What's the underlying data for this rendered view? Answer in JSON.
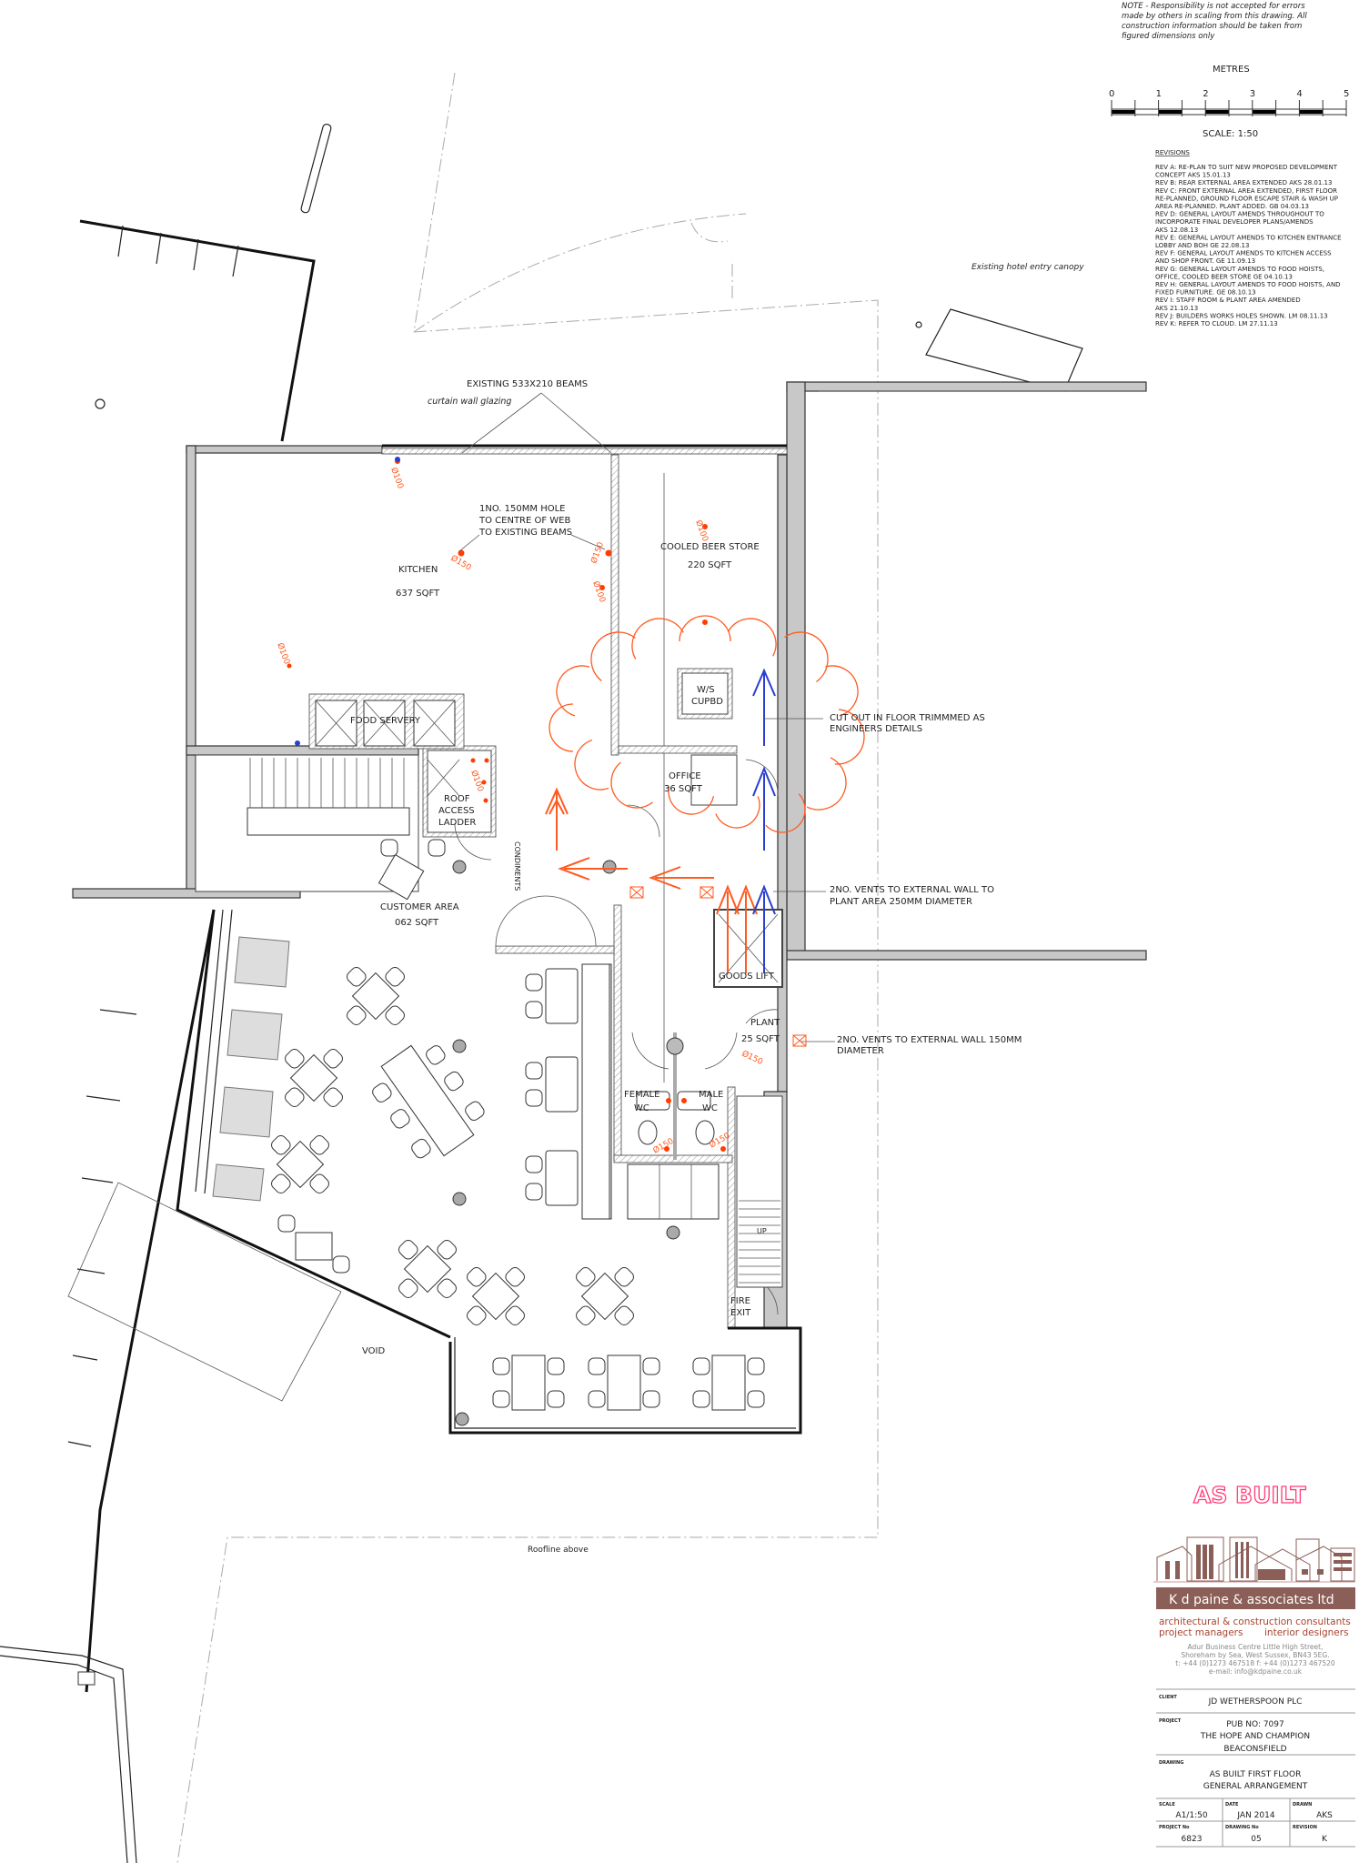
{
  "note": [
    "NOTE - Responsibility is not accepted for errors",
    "made by others in scaling from this drawing.  All",
    "construction information should be taken from",
    "figured dimensions only"
  ],
  "scale_bar": {
    "unit_label": "METRES",
    "ticks": [
      "0",
      "1",
      "2",
      "3",
      "4",
      "5"
    ],
    "scale_label": "SCALE: 1:50"
  },
  "revisions": {
    "title": "REVISIONS",
    "lines": [
      "REV A: RE-PLAN TO SUIT NEW PROPOSED DEVELOPMENT",
      "CONCEPT                                    AKS  15.01.13",
      "REV B: REAR EXTERNAL AREA EXTENDED  AKS  28.01.13",
      "REV C: FRONT EXTERNAL AREA EXTENDED, FIRST FLOOR",
      "RE-PLANNED, GROUND FLOOR ESCAPE STAIR & WASH UP",
      "AREA RE-PLANNED. PLANT ADDED.       GB   04.03.13",
      "REV D: GENERAL LAYOUT AMENDS THROUGHOUT TO",
      "INCORPORATE FINAL DEVELOPER PLANS/AMENDS",
      "                                           AKS  12.08.13",
      "REV E: GENERAL LAYOUT AMENDS TO KITCHEN ENTRANCE",
      "LOBBY AND BOH                          GE   22.08.13",
      "REV F: GENERAL LAYOUT AMENDS TO KITCHEN ACCESS",
      "AND SHOP FRONT.                        GE   11.09.13",
      "REV G: GENERAL LAYOUT AMENDS TO FOOD HOISTS,",
      "OFFICE, COOLED BEER STORE          GE   04.10.13",
      "REV H: GENERAL LAYOUT AMENDS TO FOOD HOISTS, AND",
      "FIXED FURNITURE.                       GE   08.10.13",
      "REV I: STAFF ROOM & PLANT AREA AMENDED",
      "                                           AKS  21.10.13",
      "REV J: BUILDERS WORKS HOLES SHOWN. LM  08.11.13",
      "REV K: REFER TO CLOUD.                 LM   27.11.13"
    ]
  },
  "plan_labels": {
    "canopy": "Existing hotel entry canopy",
    "beams": "EXISTING 533X210 BEAMS",
    "curtain_wall": "curtain wall glazing",
    "hole_note": [
      "1NO. 150MM HOLE",
      "TO CENTRE OF WEB",
      "TO EXISTING BEAMS"
    ],
    "kitchen": "KITCHEN",
    "kitchen_area": "637 SQFT",
    "beer_store": "COOLED BEER STORE",
    "beer_store_area": "220 SQFT",
    "ws_cupbd": [
      "W/S",
      "CUPBD"
    ],
    "cut_out_note": [
      "CUT OUT IN FLOOR TRIMMMED AS",
      "ENGINEERS DETAILS"
    ],
    "office": "OFFICE",
    "office_area": "36 SQFT",
    "food_servery": "FOOD SERVERY",
    "roof_access": [
      "ROOF",
      "ACCESS",
      "LADDER"
    ],
    "condiments": "CONDIMENTS",
    "customer_area": "CUSTOMER AREA",
    "customer_area_size": "062 SQFT",
    "vents_250": [
      "2NO. VENTS TO EXTERNAL WALL TO",
      "PLANT AREA 250MM DIAMETER"
    ],
    "goods_lift": "GOODS LIFT",
    "plant": "PLANT",
    "plant_area": "25 SQFT",
    "vents_150": [
      "2NO. VENTS TO EXTERNAL WALL 150MM",
      "DIAMETER"
    ],
    "female_wc": [
      "FEMALE",
      "WC"
    ],
    "male_wc": [
      "MALE",
      "WC"
    ],
    "fire_exit": [
      "FIRE",
      "EXIT"
    ],
    "up": "UP",
    "void": "VOID",
    "roofline": "Roofline above",
    "hole_sizes": [
      "Ø100",
      "Ø150",
      "Ø150",
      "Ø100",
      "Ø100",
      "Ø100",
      "Ø100",
      "Ø150",
      "Ø150",
      "Ø150"
    ]
  },
  "stamp": "AS BUILT",
  "company": {
    "name": "K d paine & associates ltd",
    "tagline1": "architectural & construction consultants",
    "tagline2a": "project managers",
    "tagline2b": "interior designers",
    "address1": "Adur Business Centre Little High Street,",
    "address2": "Shoreham by Sea, West Sussex, BN43 5EG.",
    "phone": "t: +44 (0)1273 467518  f: +44 (0)1273 467520",
    "email": "e-mail: info@kdpaine.co.uk"
  },
  "title_block": {
    "client_label": "CLIENT",
    "client": "JD WETHERSPOON PLC",
    "project_label": "PROJECT",
    "project": [
      "PUB NO: 7097",
      "THE HOPE AND CHAMPION",
      "BEACONSFIELD"
    ],
    "drawing_label": "DRAWING",
    "drawing": [
      "AS BUILT FIRST FLOOR",
      "GENERAL ARRANGEMENT"
    ],
    "scale_label": "SCALE",
    "scale": "A1/1:50",
    "date_label": "DATE",
    "date": "JAN 2014",
    "drawn_label": "DRAWN",
    "drawn": "AKS",
    "project_no_label": "PROJECT No",
    "project_no": "6823",
    "drawing_no_label": "DRAWING No",
    "drawing_no": "05",
    "revision_label": "REVISION",
    "revision": "K"
  },
  "colors": {
    "markup": "#ff5a1f",
    "airflow_in": "#2a3fd0",
    "stamp": "#ff3d7a",
    "brand": "#8b5e57"
  }
}
